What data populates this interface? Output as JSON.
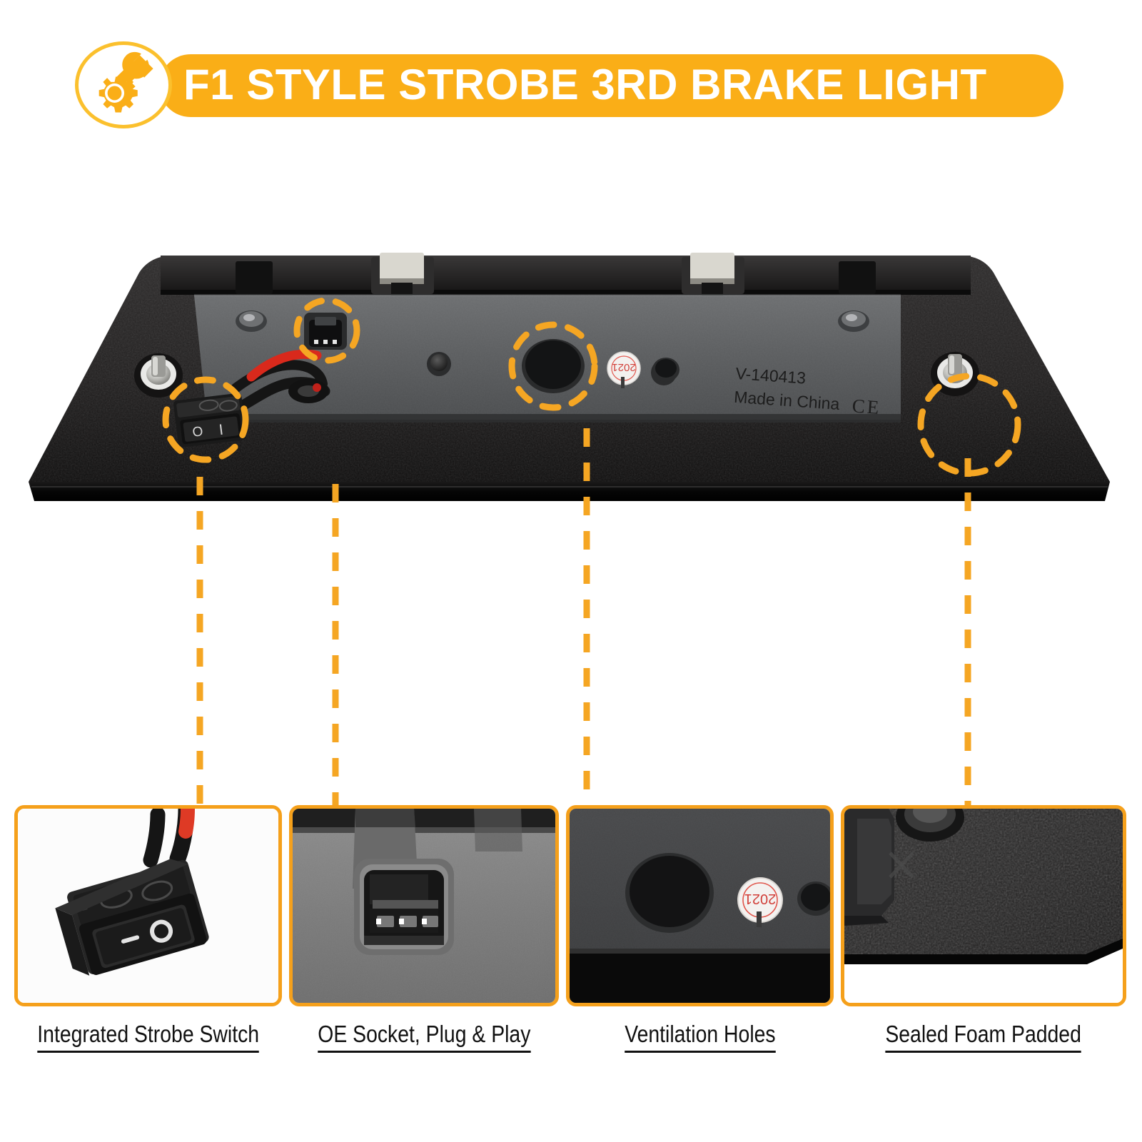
{
  "header": {
    "title": "F1 STYLE STROBE 3RD BRAKE LIGHT",
    "icon": "wrench-gear-icon",
    "bar_color": "#FAAE17",
    "badge_border_color": "#FBC02D"
  },
  "colors": {
    "accent_orange": "#F5A01B",
    "banner_orange": "#FAAE17",
    "callout_dash": "#F5A623",
    "housing_black": "#231f20",
    "housing_grey": "#5a5c5e",
    "wire_red": "#d9291c",
    "label_text": "#111111"
  },
  "product": {
    "part_number": "V-140413",
    "origin_text": "Made in China",
    "certification_mark": "CE",
    "date_sticker": "2021",
    "switch_on_label": "I",
    "switch_off_label": "O"
  },
  "callouts": [
    {
      "id": "strobe-switch",
      "shape": "dashed-circle",
      "target": "Integrated Strobe Switch"
    },
    {
      "id": "oe-socket",
      "shape": "dashed-circle",
      "target": "OE Socket, Plug & Play"
    },
    {
      "id": "vent-hole",
      "shape": "dashed-circle",
      "target": "Ventilation Holes"
    },
    {
      "id": "foam-pad",
      "shape": "dashed-circle",
      "target": "Sealed Foam Padded"
    }
  ],
  "features": [
    {
      "label": "Integrated Strobe Switch",
      "image": "rocker-switch-with-red-wire"
    },
    {
      "label": "OE Socket, Plug & Play",
      "image": "three-pin-oe-connector"
    },
    {
      "label": "Ventilation Holes",
      "image": "vent-hole-and-date-sticker"
    },
    {
      "label": "Sealed Foam Padded",
      "image": "textured-foam-gasket-edge"
    }
  ]
}
